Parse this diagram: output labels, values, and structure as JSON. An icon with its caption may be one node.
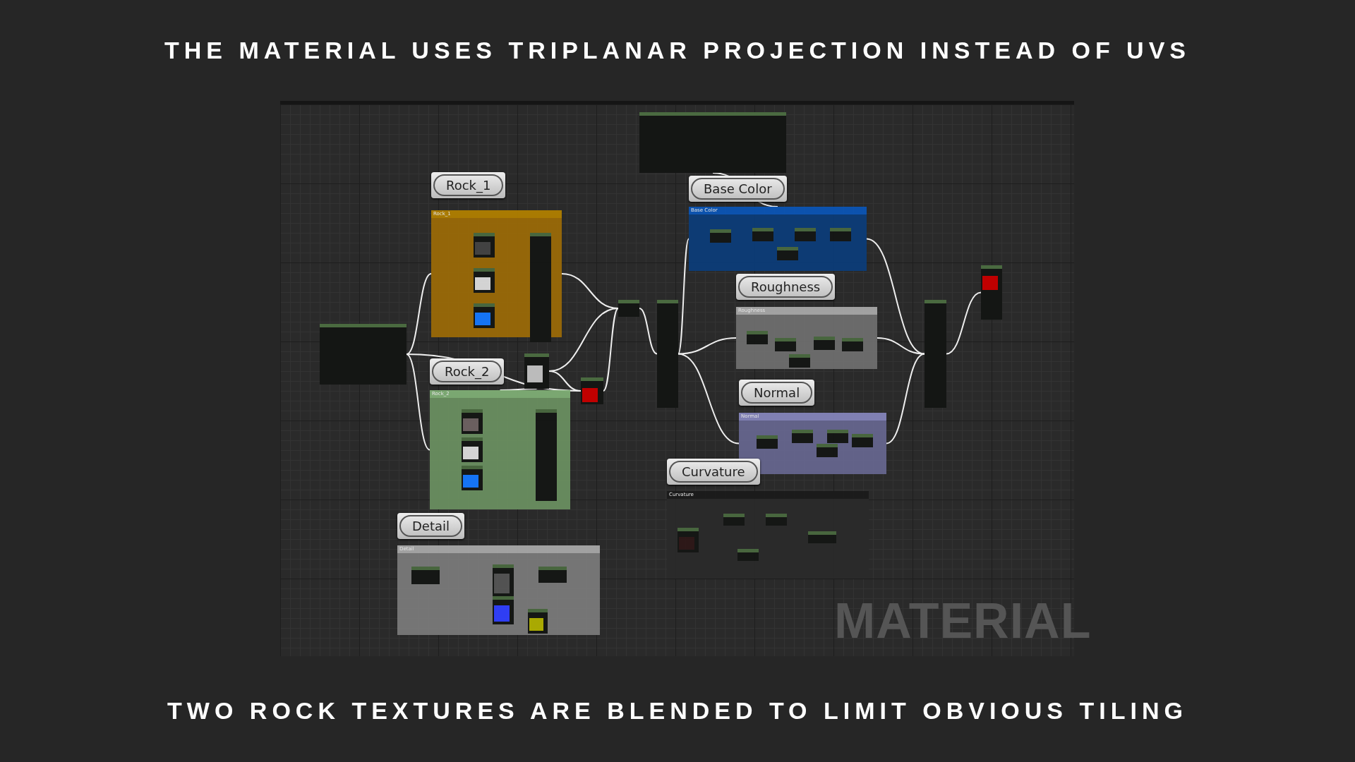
{
  "diagram": {
    "title": "THE MATERIAL USES TRIPLANAR PROJECTION INSTEAD OF UVS",
    "caption": "TWO ROCK TEXTURES ARE BLENDED TO LIMIT OBVIOUS TILING",
    "nodes": [
      {
        "text": [
          "Rock_1",
          "Rock_1"
        ]
      },
      {
        "text": [
          "Rock_2",
          "Rock_2"
        ]
      },
      {
        "text": [
          "Detail",
          "Detail"
        ]
      },
      {
        "text": [
          "Base Color",
          "Base Color"
        ]
      },
      {
        "text": [
          "Roughness",
          "Roughness"
        ]
      },
      {
        "text": [
          "Normal",
          "Normal"
        ]
      },
      {
        "text": [
          "Curvature",
          "Curvature"
        ]
      },
      {
        "text": [],
        "shape": "box"
      },
      {
        "text": [],
        "shape": "box"
      },
      {
        "text": [],
        "shape": "box"
      },
      {
        "text": [],
        "shape": "box"
      },
      {
        "text": [],
        "shape": "box"
      },
      {
        "text": [],
        "shape": "box"
      },
      {
        "text": [],
        "shape": "box"
      },
      {
        "text": [],
        "shape": "box"
      }
    ],
    "edges": [
      {
        "from": 7,
        "to": 0,
        "arrow": "none"
      },
      {
        "from": 7,
        "to": 1,
        "arrow": "none"
      },
      {
        "from": 7,
        "to": 13,
        "arrow": "none"
      },
      {
        "from": 0,
        "to": 8,
        "arrow": "none"
      },
      {
        "from": 13,
        "to": 8,
        "arrow": "none"
      },
      {
        "from": 13,
        "to": 12,
        "arrow": "none"
      },
      {
        "from": 1,
        "to": 12,
        "arrow": "none"
      },
      {
        "from": 12,
        "to": 8,
        "arrow": "none"
      },
      {
        "from": 8,
        "to": 9,
        "arrow": "none"
      },
      {
        "from": 9,
        "to": 3,
        "arrow": "none"
      },
      {
        "from": 9,
        "to": 4,
        "arrow": "none"
      },
      {
        "from": 9,
        "to": 5,
        "arrow": "none"
      },
      {
        "from": 11,
        "to": 3,
        "arrow": "none"
      },
      {
        "from": 3,
        "to": 10,
        "arrow": "none"
      },
      {
        "from": 4,
        "to": 10,
        "arrow": "none"
      },
      {
        "from": 5,
        "to": 10,
        "arrow": "none"
      },
      {
        "from": 10,
        "to": 14,
        "arrow": "none"
      }
    ],
    "labels": [
      "MATERIAL"
    ]
  }
}
